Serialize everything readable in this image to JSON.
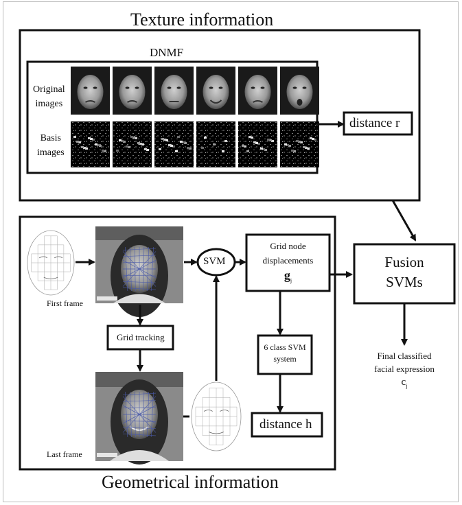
{
  "texture": {
    "title": "Texture information",
    "dnmf_label": "DNMF",
    "row_label_original": [
      "Original",
      "images"
    ],
    "row_label_basis": [
      "Basis",
      "images"
    ],
    "distance_label": "distance r",
    "original_faces": [
      {
        "expr": "angry"
      },
      {
        "expr": "disgust"
      },
      {
        "expr": "fear"
      },
      {
        "expr": "happy"
      },
      {
        "expr": "sad"
      },
      {
        "expr": "surprise"
      }
    ],
    "basis_images": 6
  },
  "geometry": {
    "title": "Geometrical  information",
    "first_frame_label": "First frame",
    "last_frame_label": "Last  frame",
    "grid_tracking_label": "Grid tracking",
    "svm_label": "SVM",
    "grid_node_label": [
      "Grid node",
      "displacements"
    ],
    "g_symbol": "g",
    "g_subscript": "j",
    "six_class_label": [
      "6 class SVM",
      "system"
    ],
    "distance_label": "distance h"
  },
  "fusion": {
    "label": [
      "Fusion",
      "SVMs"
    ],
    "final_label": [
      "Final classified",
      "facial expression"
    ],
    "c_symbol": "c",
    "c_subscript": "j"
  },
  "colors": {
    "ink": "#111111",
    "mesh_overlay": "#4a5aa8",
    "photo_bg": "#7a7a7a"
  }
}
